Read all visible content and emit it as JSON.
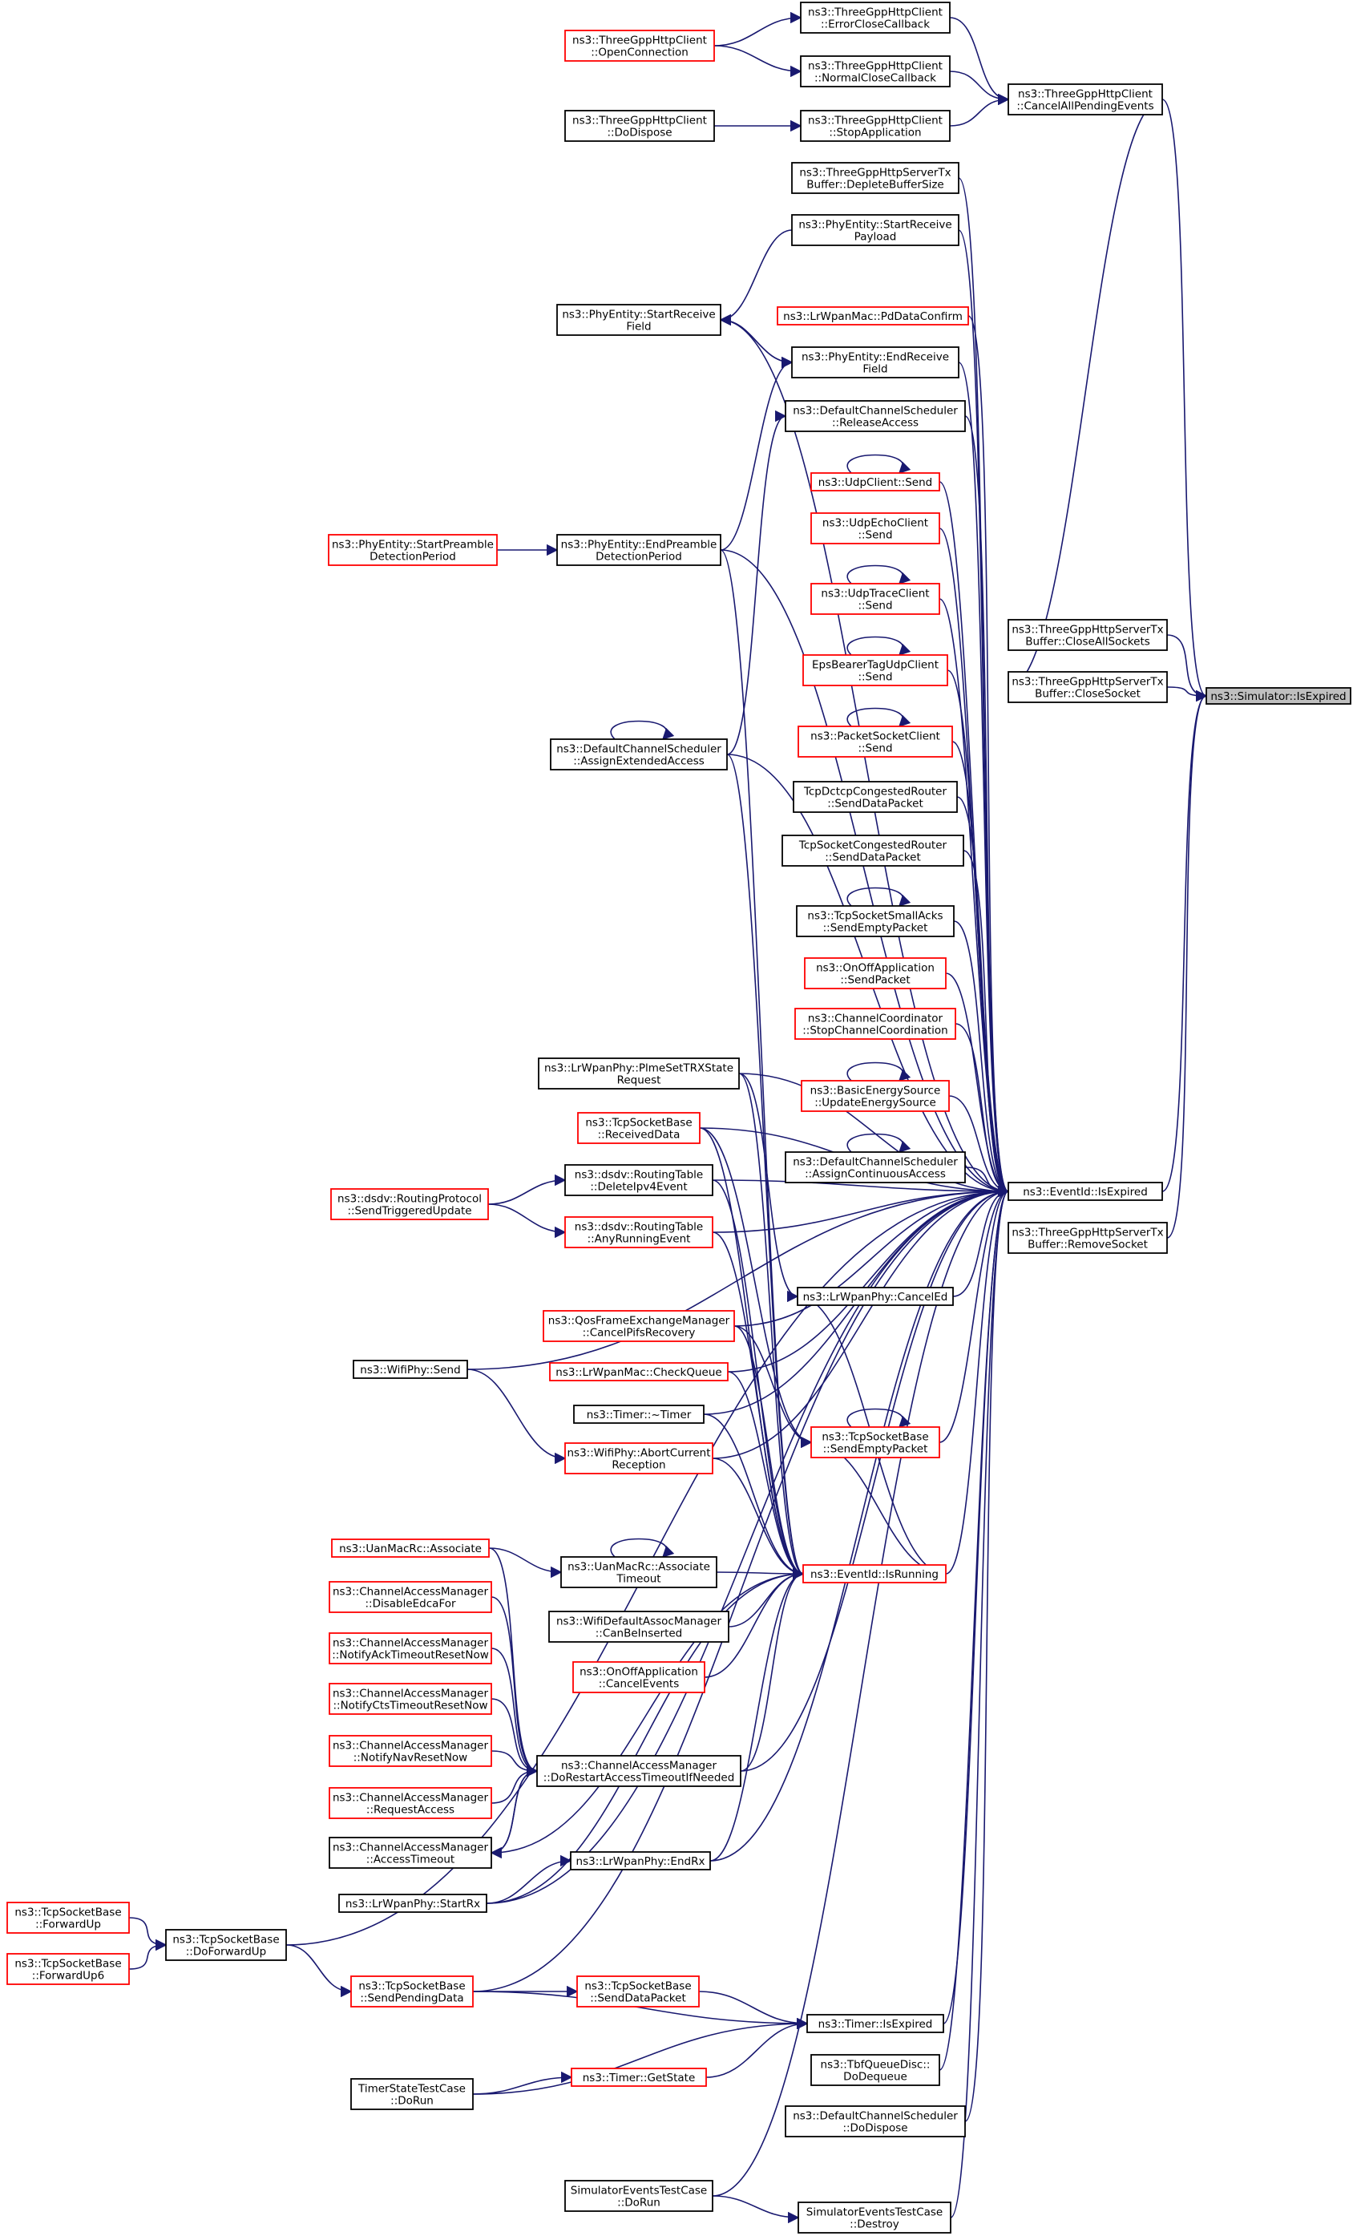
{
  "colors": {
    "edge": "#191970",
    "node_border_normal": "#000000",
    "node_border_red": "#ff0000",
    "target_fill": "#bfbfbf"
  },
  "nodes": {
    "root": {
      "lines": [
        "ns3::Simulator::IsExpired"
      ],
      "style": "target"
    },
    "cancelAll": {
      "lines": [
        "ns3::ThreeGppHttpClient",
        "::CancelAllPendingEvents"
      ],
      "style": "normal"
    },
    "errClose": {
      "lines": [
        "ns3::ThreeGppHttpClient",
        "::ErrorCloseCallback"
      ],
      "style": "normal"
    },
    "normClose": {
      "lines": [
        "ns3::ThreeGppHttpClient",
        "::NormalCloseCallback"
      ],
      "style": "normal"
    },
    "stopApp": {
      "lines": [
        "ns3::ThreeGppHttpClient",
        "::StopApplication"
      ],
      "style": "normal"
    },
    "openConn": {
      "lines": [
        "ns3::ThreeGppHttpClient",
        "::OpenConnection"
      ],
      "style": "red"
    },
    "doDispose": {
      "lines": [
        "ns3::ThreeGppHttpClient",
        "::DoDispose"
      ],
      "style": "normal"
    },
    "closeAll": {
      "lines": [
        "ns3::ThreeGppHttpServerTx",
        "Buffer::CloseAllSockets"
      ],
      "style": "normal"
    },
    "closeSock": {
      "lines": [
        "ns3::ThreeGppHttpServerTx",
        "Buffer::CloseSocket"
      ],
      "style": "normal"
    },
    "removeSock": {
      "lines": [
        "ns3::ThreeGppHttpServerTx",
        "Buffer::RemoveSocket"
      ],
      "style": "normal"
    },
    "evIsExp": {
      "lines": [
        "ns3::EventId::IsExpired"
      ],
      "style": "normal"
    },
    "deplete": {
      "lines": [
        "ns3::ThreeGppHttpServerTx",
        "Buffer::DepleteBufferSize"
      ],
      "style": "normal"
    },
    "startRecvPay": {
      "lines": [
        "ns3::PhyEntity::StartReceive",
        "Payload"
      ],
      "style": "normal"
    },
    "startRecvField": {
      "lines": [
        "ns3::PhyEntity::StartReceive",
        "Field"
      ],
      "style": "normal"
    },
    "pdData": {
      "lines": [
        "ns3::LrWpanMac::PdDataConfirm"
      ],
      "style": "red"
    },
    "endRecvField": {
      "lines": [
        "ns3::PhyEntity::EndReceive",
        "Field"
      ],
      "style": "normal"
    },
    "releaseAccess": {
      "lines": [
        "ns3::DefaultChannelScheduler",
        "::ReleaseAccess"
      ],
      "style": "normal"
    },
    "udpSend": {
      "lines": [
        "ns3::UdpClient::Send"
      ],
      "style": "red"
    },
    "udpEcho": {
      "lines": [
        "ns3::UdpEchoClient",
        "::Send"
      ],
      "style": "red"
    },
    "udpTrace": {
      "lines": [
        "ns3::UdpTraceClient",
        "::Send"
      ],
      "style": "red"
    },
    "epsBearer": {
      "lines": [
        "EpsBearerTagUdpClient",
        "::Send"
      ],
      "style": "red"
    },
    "pktSock": {
      "lines": [
        "ns3::PacketSocketClient",
        "::Send"
      ],
      "style": "red"
    },
    "startPreamble": {
      "lines": [
        "ns3::PhyEntity::StartPreamble",
        "DetectionPeriod"
      ],
      "style": "red"
    },
    "endPreamble": {
      "lines": [
        "ns3::PhyEntity::EndPreamble",
        "DetectionPeriod"
      ],
      "style": "normal"
    },
    "assignExt": {
      "lines": [
        "ns3::DefaultChannelScheduler",
        "::AssignExtendedAccess"
      ],
      "style": "normal"
    },
    "tcpDctcp": {
      "lines": [
        "TcpDctcpCongestedRouter",
        "::SendDataPacket"
      ],
      "style": "normal"
    },
    "tcpSockCong": {
      "lines": [
        "TcpSocketCongestedRouter",
        "::SendDataPacket"
      ],
      "style": "normal"
    },
    "tcpSmallAcks": {
      "lines": [
        "ns3::TcpSocketSmallAcks",
        "::SendEmptyPacket"
      ],
      "style": "normal"
    },
    "onoffSend": {
      "lines": [
        "ns3::OnOffApplication",
        "::SendPacket"
      ],
      "style": "red"
    },
    "chanCoord": {
      "lines": [
        "ns3::ChannelCoordinator",
        "::StopChannelCoordination"
      ],
      "style": "red"
    },
    "basicEnergy": {
      "lines": [
        "ns3::BasicEnergySource",
        "::UpdateEnergySource"
      ],
      "style": "red"
    },
    "assignCont": {
      "lines": [
        "ns3::DefaultChannelScheduler",
        "::AssignContinuousAccess"
      ],
      "style": "normal"
    },
    "plmeSet": {
      "lines": [
        "ns3::LrWpanPhy::PlmeSetTRXState",
        "Request"
      ],
      "style": "normal"
    },
    "tcpRecvData": {
      "lines": [
        "ns3::TcpSocketBase",
        "::ReceivedData"
      ],
      "style": "red"
    },
    "dsdvDelete": {
      "lines": [
        "ns3::dsdv::RoutingTable",
        "::DeleteIpv4Event"
      ],
      "style": "normal"
    },
    "dsdvTrig": {
      "lines": [
        "ns3::dsdv::RoutingProtocol",
        "::SendTriggeredUpdate"
      ],
      "style": "red"
    },
    "dsdvAny": {
      "lines": [
        "ns3::dsdv::RoutingTable",
        "::AnyRunningEvent"
      ],
      "style": "red"
    },
    "lrCancelEd": {
      "lines": [
        "ns3::LrWpanPhy::CancelEd"
      ],
      "style": "normal"
    },
    "qosFrame": {
      "lines": [
        "ns3::QosFrameExchangeManager",
        "::CancelPifsRecovery"
      ],
      "style": "red"
    },
    "wifiSend": {
      "lines": [
        "ns3::WifiPhy::Send"
      ],
      "style": "normal"
    },
    "lrCheckQ": {
      "lines": [
        "ns3::LrWpanMac::CheckQueue"
      ],
      "style": "red"
    },
    "tcpSendEmpty": {
      "lines": [
        "ns3::TcpSocketBase",
        "::SendEmptyPacket"
      ],
      "style": "red"
    },
    "timerDtor": {
      "lines": [
        "ns3::Timer::~Timer"
      ],
      "style": "normal"
    },
    "wifiAbort": {
      "lines": [
        "ns3::WifiPhy::AbortCurrent",
        "Reception"
      ],
      "style": "red"
    },
    "uanAssoc": {
      "lines": [
        "ns3::UanMacRc::Associate"
      ],
      "style": "red"
    },
    "uanAssocTO": {
      "lines": [
        "ns3::UanMacRc::Associate",
        "Timeout"
      ],
      "style": "normal"
    },
    "evIsRun": {
      "lines": [
        "ns3::EventId::IsRunning"
      ],
      "style": "red"
    },
    "camDisable": {
      "lines": [
        "ns3::ChannelAccessManager",
        "::DisableEdcaFor"
      ],
      "style": "red"
    },
    "wifiDefAssoc": {
      "lines": [
        "ns3::WifiDefaultAssocManager",
        "::CanBeInserted"
      ],
      "style": "normal"
    },
    "camNotifyAck": {
      "lines": [
        "ns3::ChannelAccessManager",
        "::NotifyAckTimeoutResetNow"
      ],
      "style": "red"
    },
    "onoffCancel": {
      "lines": [
        "ns3::OnOffApplication",
        "::CancelEvents"
      ],
      "style": "red"
    },
    "camNotifyCts": {
      "lines": [
        "ns3::ChannelAccessManager",
        "::NotifyCtsTimeoutResetNow"
      ],
      "style": "red"
    },
    "camNotifyNav": {
      "lines": [
        "ns3::ChannelAccessManager",
        "::NotifyNavResetNow"
      ],
      "style": "red"
    },
    "camDoRestart": {
      "lines": [
        "ns3::ChannelAccessManager",
        "::DoRestartAccessTimeoutIfNeeded"
      ],
      "style": "normal"
    },
    "camRequest": {
      "lines": [
        "ns3::ChannelAccessManager",
        "::RequestAccess"
      ],
      "style": "red"
    },
    "camAccessTO": {
      "lines": [
        "ns3::ChannelAccessManager",
        "::AccessTimeout"
      ],
      "style": "normal"
    },
    "lrEndRx": {
      "lines": [
        "ns3::LrWpanPhy::EndRx"
      ],
      "style": "normal"
    },
    "lrStartRx": {
      "lines": [
        "ns3::LrWpanPhy::StartRx"
      ],
      "style": "normal"
    },
    "tcpFwdUp": {
      "lines": [
        "ns3::TcpSocketBase",
        "::ForwardUp"
      ],
      "style": "red"
    },
    "tcpDoFwd": {
      "lines": [
        "ns3::TcpSocketBase",
        "::DoForwardUp"
      ],
      "style": "normal"
    },
    "tcpFwdUp6": {
      "lines": [
        "ns3::TcpSocketBase",
        "::ForwardUp6"
      ],
      "style": "red"
    },
    "tcpSendPending": {
      "lines": [
        "ns3::TcpSocketBase",
        "::SendPendingData"
      ],
      "style": "red"
    },
    "tcpSendDataPkt": {
      "lines": [
        "ns3::TcpSocketBase",
        "::SendDataPacket"
      ],
      "style": "red"
    },
    "timerIsExp": {
      "lines": [
        "ns3::Timer::IsExpired"
      ],
      "style": "normal"
    },
    "tbfDeq": {
      "lines": [
        "ns3::TbfQueueDisc::",
        "DoDequeue"
      ],
      "style": "normal"
    },
    "timerTestRun": {
      "lines": [
        "TimerStateTestCase",
        "::DoRun"
      ],
      "style": "normal"
    },
    "timerGetState": {
      "lines": [
        "ns3::Timer::GetState"
      ],
      "style": "red"
    },
    "dcsDispose": {
      "lines": [
        "ns3::DefaultChannelScheduler",
        "::DoDispose"
      ],
      "style": "normal"
    },
    "simTestRun": {
      "lines": [
        "SimulatorEventsTestCase",
        "::DoRun"
      ],
      "style": "normal"
    },
    "simTestDestroy": {
      "lines": [
        "SimulatorEventsTestCase",
        "::Destroy"
      ],
      "style": "normal"
    }
  },
  "edges": [
    [
      "cancelAll",
      "root"
    ],
    [
      "closeAll",
      "root"
    ],
    [
      "closeSock",
      "root"
    ],
    [
      "removeSock",
      "root"
    ],
    [
      "evIsExp",
      "root"
    ],
    [
      "errClose",
      "cancelAll"
    ],
    [
      "normClose",
      "cancelAll"
    ],
    [
      "stopApp",
      "cancelAll"
    ],
    [
      "closeSock",
      "cancelAll"
    ],
    [
      "openConn",
      "errClose"
    ],
    [
      "openConn",
      "normClose"
    ],
    [
      "doDispose",
      "stopApp"
    ],
    [
      "deplete",
      "evIsExp"
    ],
    [
      "startRecvPay",
      "evIsExp"
    ],
    [
      "pdData",
      "evIsExp"
    ],
    [
      "endRecvField",
      "evIsExp"
    ],
    [
      "releaseAccess",
      "evIsExp"
    ],
    [
      "udpSend",
      "evIsExp"
    ],
    [
      "udpEcho",
      "evIsExp"
    ],
    [
      "udpTrace",
      "evIsExp"
    ],
    [
      "epsBearer",
      "evIsExp"
    ],
    [
      "pktSock",
      "evIsExp"
    ],
    [
      "tcpDctcp",
      "evIsExp"
    ],
    [
      "tcpSockCong",
      "evIsExp"
    ],
    [
      "tcpSmallAcks",
      "evIsExp"
    ],
    [
      "onoffSend",
      "evIsExp"
    ],
    [
      "chanCoord",
      "evIsExp"
    ],
    [
      "basicEnergy",
      "evIsExp"
    ],
    [
      "assignCont",
      "evIsExp"
    ],
    [
      "startRecvField",
      "evIsExp"
    ],
    [
      "endPreamble",
      "evIsExp"
    ],
    [
      "assignExt",
      "evIsExp"
    ],
    [
      "plmeSet",
      "evIsExp"
    ],
    [
      "tcpRecvData",
      "evIsExp"
    ],
    [
      "dsdvDelete",
      "evIsExp"
    ],
    [
      "dsdvAny",
      "evIsExp"
    ],
    [
      "lrCancelEd",
      "evIsExp"
    ],
    [
      "qosFrame",
      "evIsExp"
    ],
    [
      "wifiSend",
      "evIsExp"
    ],
    [
      "lrCheckQ",
      "evIsExp"
    ],
    [
      "tcpSendEmpty",
      "evIsExp"
    ],
    [
      "timerDtor",
      "evIsExp"
    ],
    [
      "wifiAbort",
      "evIsExp"
    ],
    [
      "evIsRun",
      "evIsExp"
    ],
    [
      "camDoRestart",
      "evIsExp"
    ],
    [
      "lrEndRx",
      "evIsExp"
    ],
    [
      "lrStartRx",
      "evIsExp"
    ],
    [
      "tcpDoFwd",
      "evIsExp"
    ],
    [
      "timerIsExp",
      "evIsExp"
    ],
    [
      "tbfDeq",
      "evIsExp"
    ],
    [
      "dcsDispose",
      "evIsExp"
    ],
    [
      "simTestRun",
      "evIsExp"
    ],
    [
      "simTestDestroy",
      "evIsExp"
    ],
    [
      "tcpSendPending",
      "evIsExp"
    ],
    [
      "startRecvPay",
      "startRecvField"
    ],
    [
      "endRecvField",
      "startRecvField"
    ],
    [
      "startRecvField",
      "endRecvField"
    ],
    [
      "endPreamble",
      "endRecvField"
    ],
    [
      "assignExt",
      "releaseAccess"
    ],
    [
      "startPreamble",
      "endPreamble"
    ],
    [
      "udpSend",
      "udpSend"
    ],
    [
      "udpTrace",
      "udpTrace"
    ],
    [
      "epsBearer",
      "epsBearer"
    ],
    [
      "pktSock",
      "pktSock"
    ],
    [
      "tcpSmallAcks",
      "tcpSmallAcks"
    ],
    [
      "basicEnergy",
      "basicEnergy"
    ],
    [
      "assignCont",
      "assignCont"
    ],
    [
      "assignExt",
      "assignExt"
    ],
    [
      "uanAssocTO",
      "uanAssocTO"
    ],
    [
      "tcpSendEmpty",
      "tcpSendEmpty"
    ],
    [
      "dsdvTrig",
      "dsdvDelete"
    ],
    [
      "dsdvTrig",
      "dsdvAny"
    ],
    [
      "plmeSet",
      "lrCancelEd"
    ],
    [
      "tcpRecvData",
      "tcpSendEmpty"
    ],
    [
      "wifiSend",
      "wifiAbort"
    ],
    [
      "qosFrame",
      "tcpSendEmpty"
    ],
    [
      "plmeSet",
      "evIsRun"
    ],
    [
      "tcpRecvData",
      "evIsRun"
    ],
    [
      "dsdvDelete",
      "evIsRun"
    ],
    [
      "dsdvAny",
      "evIsRun"
    ],
    [
      "qosFrame",
      "evIsRun"
    ],
    [
      "lrCheckQ",
      "evIsRun"
    ],
    [
      "timerDtor",
      "evIsRun"
    ],
    [
      "wifiAbort",
      "evIsRun"
    ],
    [
      "uanAssocTO",
      "evIsRun"
    ],
    [
      "wifiDefAssoc",
      "evIsRun"
    ],
    [
      "onoffCancel",
      "evIsRun"
    ],
    [
      "camDoRestart",
      "evIsRun"
    ],
    [
      "lrEndRx",
      "evIsRun"
    ],
    [
      "lrStartRx",
      "evIsRun"
    ],
    [
      "camAccessTO",
      "evIsRun"
    ],
    [
      "endPreamble",
      "evIsRun"
    ],
    [
      "assignExt",
      "evIsRun"
    ],
    [
      "tcpSendEmpty",
      "evIsRun"
    ],
    [
      "lrCancelEd",
      "evIsRun"
    ],
    [
      "uanAssoc",
      "uanAssocTO"
    ],
    [
      "uanAssoc",
      "camDoRestart"
    ],
    [
      "camDisable",
      "camDoRestart"
    ],
    [
      "camNotifyAck",
      "camDoRestart"
    ],
    [
      "camNotifyCts",
      "camDoRestart"
    ],
    [
      "camNotifyNav",
      "camDoRestart"
    ],
    [
      "camRequest",
      "camDoRestart"
    ],
    [
      "camAccessTO",
      "camDoRestart"
    ],
    [
      "camDoRestart",
      "camAccessTO"
    ],
    [
      "lrStartRx",
      "lrEndRx"
    ],
    [
      "tcpFwdUp",
      "tcpDoFwd"
    ],
    [
      "tcpFwdUp6",
      "tcpDoFwd"
    ],
    [
      "tcpDoFwd",
      "tcpSendPending"
    ],
    [
      "tcpSendPending",
      "tcpSendDataPkt"
    ],
    [
      "tcpSendDataPkt",
      "timerIsExp"
    ],
    [
      "tcpSendPending",
      "timerIsExp"
    ],
    [
      "timerGetState",
      "timerIsExp"
    ],
    [
      "timerTestRun",
      "timerGetState"
    ],
    [
      "timerTestRun",
      "timerIsExp"
    ],
    [
      "simTestRun",
      "simTestDestroy"
    ]
  ]
}
